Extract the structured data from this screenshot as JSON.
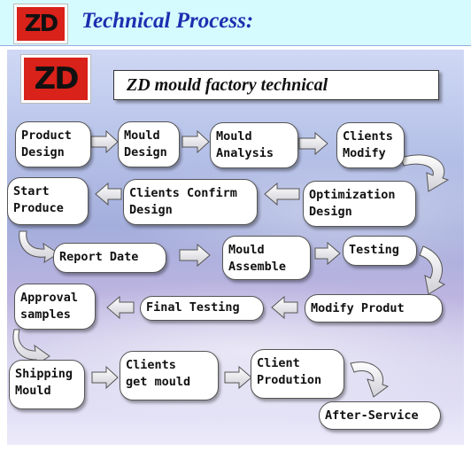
{
  "header": {
    "logo_text": "ZD",
    "title": "Technical Process:"
  },
  "panel": {
    "logo_text": "ZD",
    "subtitle": "ZD mould factory technical"
  },
  "flow": {
    "product_design": "Product\nDesign",
    "mould_design": "Mould\nDesign",
    "mould_analysis": "Mould\nAnalysis",
    "clients_modify": "Clients\nModify",
    "optimization_design": "Optimization\nDesign",
    "clients_confirm_design": "Clients Confirm\nDesign",
    "start_produce": "Start\nProduce",
    "report_date": "Report Date",
    "mould_assemble": "Mould\nAssemble",
    "testing": "Testing",
    "modify_produt": "Modify Produt",
    "final_testing": "Final Testing",
    "approval_samples": "Approval\nsamples",
    "shipping_mould": "Shipping\nMould",
    "clients_get_mould": "Clients\nget mould",
    "client_prodution": "Client\nProdution",
    "after_service": "After-Service"
  },
  "colors": {
    "header_bg": "#d6fbff",
    "header_title": "#1c2fb0",
    "logo_red": "#d8221a",
    "panel_purple": "#a4aedc",
    "node_bg": "#ffffff"
  }
}
